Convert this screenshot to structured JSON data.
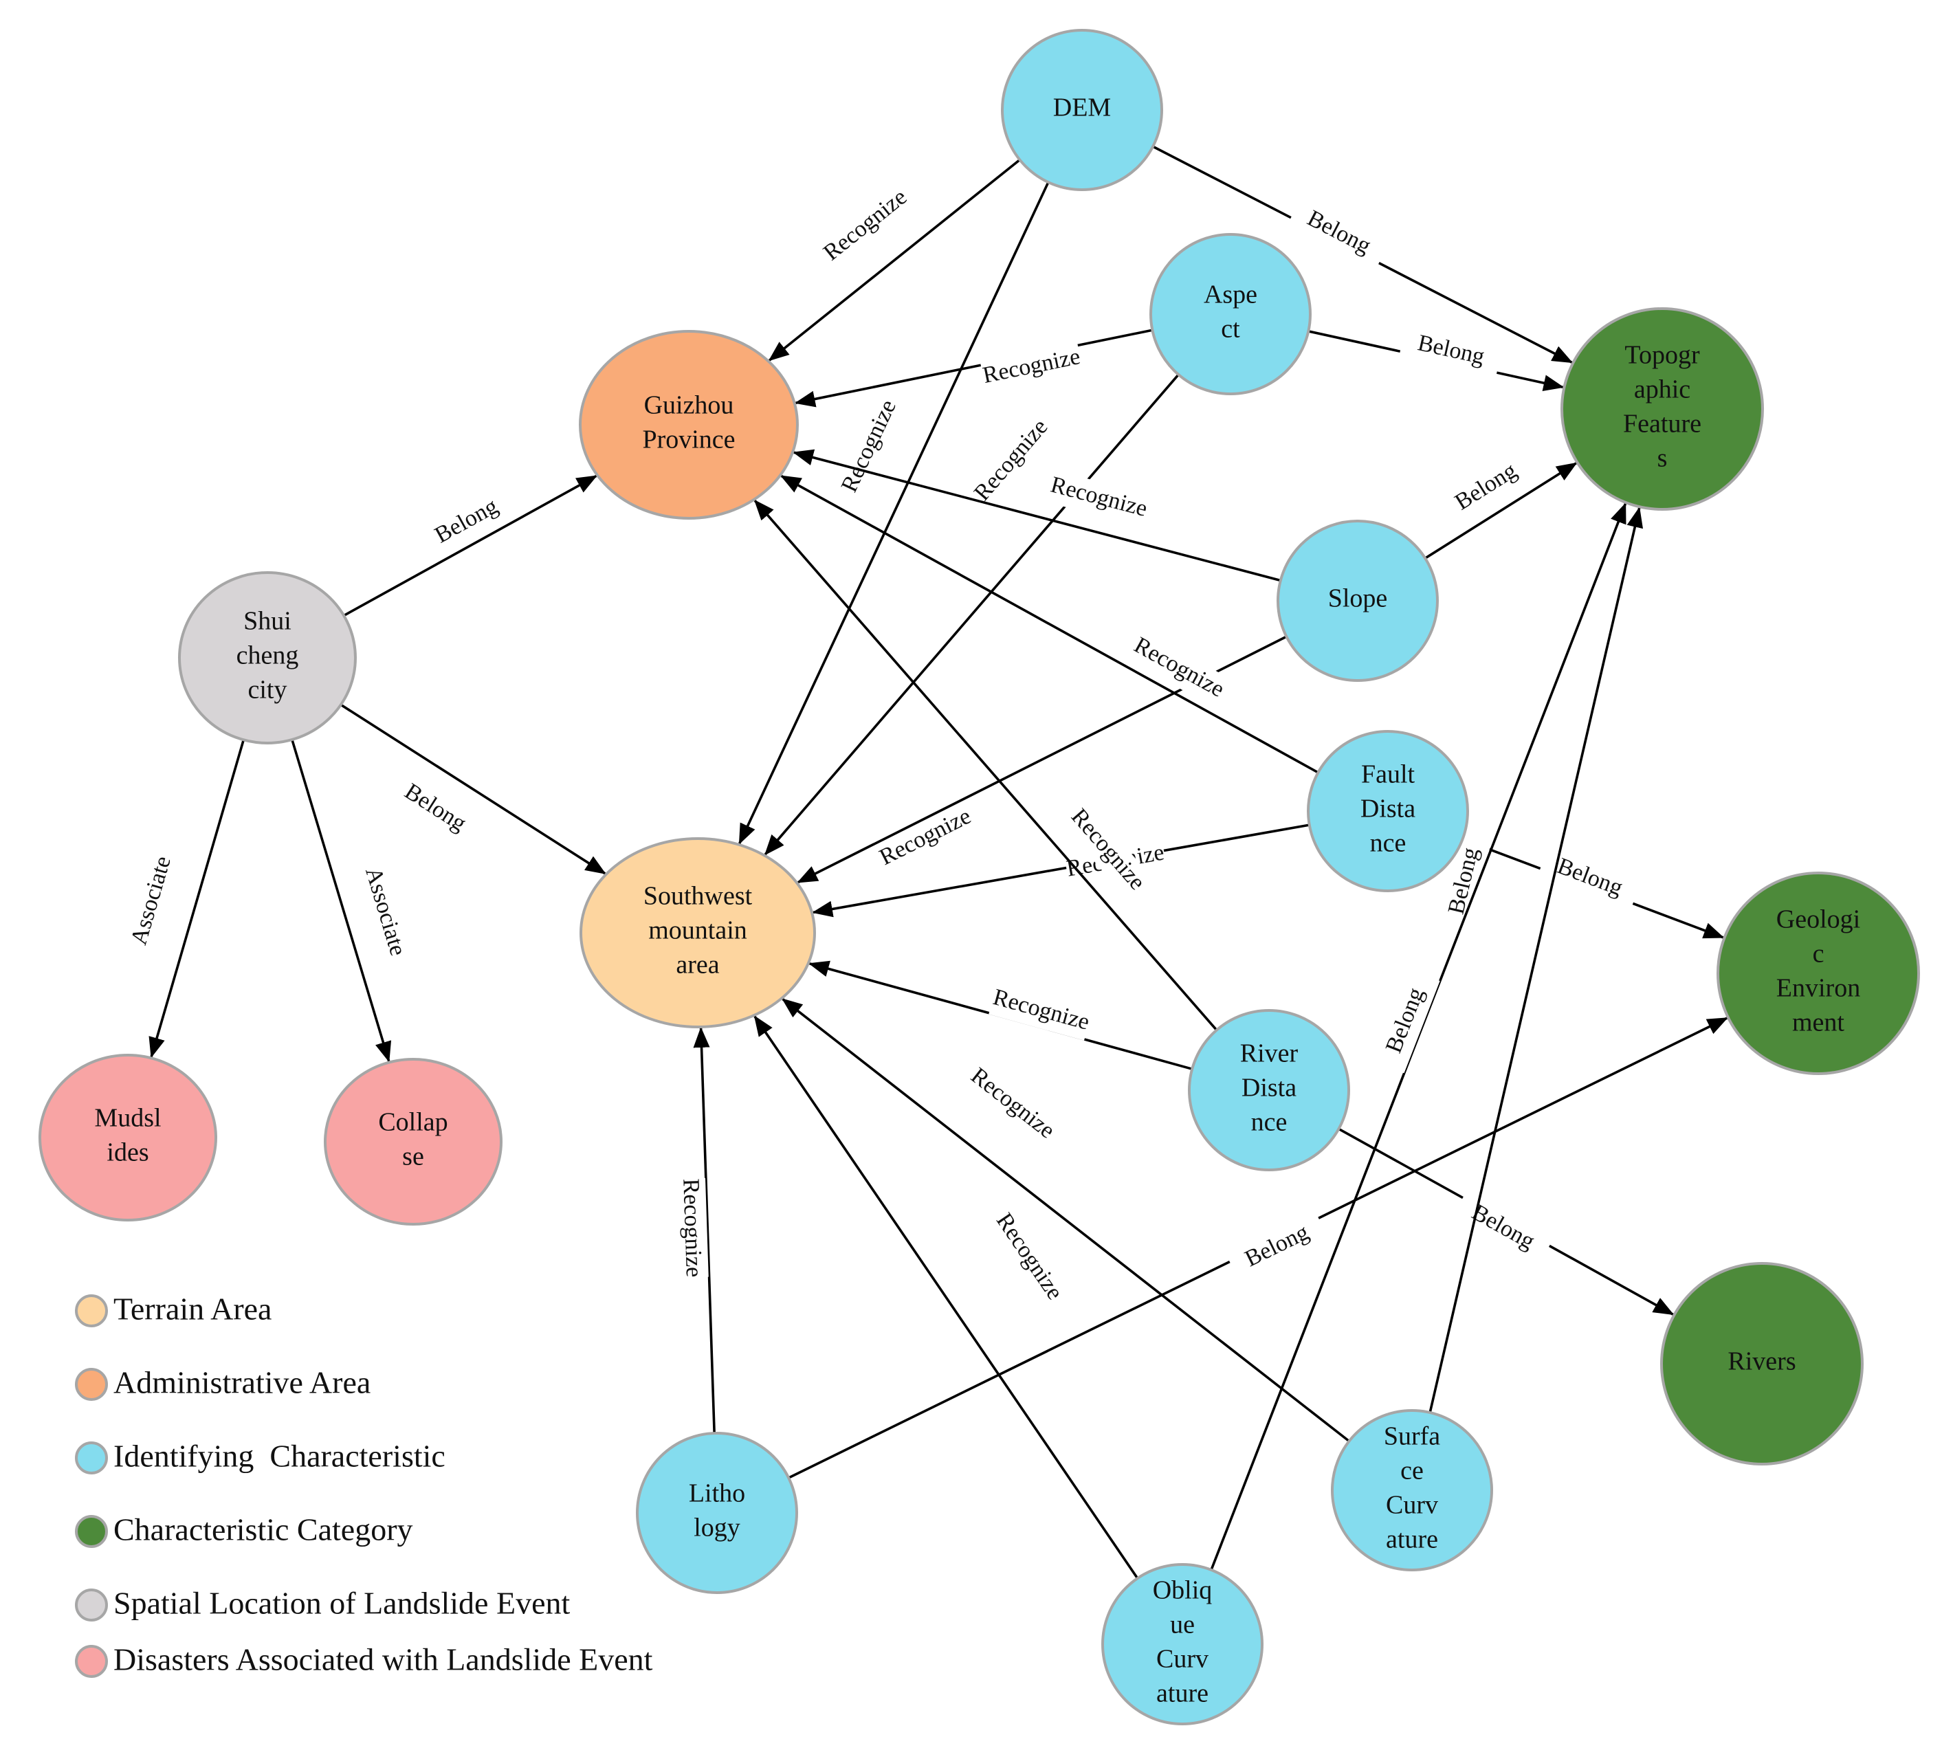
{
  "colors": {
    "terrain": "#fdd59f",
    "administrative": "#f9ab78",
    "identifying": "#84dcee",
    "category": "#4d8a3a",
    "spatial": "#d7d4d6",
    "disaster": "#f8a4a4",
    "edge": "#000000"
  },
  "nodes": [
    {
      "id": "dem",
      "lines": [
        "DEM"
      ],
      "category": "identifying"
    },
    {
      "id": "aspect",
      "lines": [
        "Aspe",
        "ct"
      ],
      "category": "identifying"
    },
    {
      "id": "slope",
      "lines": [
        "Slope"
      ],
      "category": "identifying"
    },
    {
      "id": "fault",
      "lines": [
        "Fault",
        "Dista",
        "nce"
      ],
      "category": "identifying"
    },
    {
      "id": "river",
      "lines": [
        "River",
        "Dista",
        "nce"
      ],
      "category": "identifying"
    },
    {
      "id": "lithology",
      "lines": [
        "Litho",
        "logy"
      ],
      "category": "identifying"
    },
    {
      "id": "surface",
      "lines": [
        "Surfa",
        "ce",
        "Curv",
        "ature"
      ],
      "category": "identifying"
    },
    {
      "id": "oblique",
      "lines": [
        "Obliq",
        "ue",
        "Curv",
        "ature"
      ],
      "category": "identifying"
    },
    {
      "id": "guizhou",
      "lines": [
        "Guizhou",
        "Province"
      ],
      "category": "administrative"
    },
    {
      "id": "southwest",
      "lines": [
        "Southwest",
        "mountain",
        "area"
      ],
      "category": "terrain"
    },
    {
      "id": "shuicheng",
      "lines": [
        "Shui",
        "cheng",
        "city"
      ],
      "category": "spatial"
    },
    {
      "id": "mudslides",
      "lines": [
        "Mudsl",
        "ides"
      ],
      "category": "disaster"
    },
    {
      "id": "collapse",
      "lines": [
        "Collap",
        "se"
      ],
      "category": "disaster"
    },
    {
      "id": "topo",
      "lines": [
        "Topogr",
        "aphic",
        "Feature",
        "s"
      ],
      "category": "category"
    },
    {
      "id": "geo",
      "lines": [
        "Geologi",
        "c",
        "Environ",
        "ment"
      ],
      "category": "category"
    },
    {
      "id": "rivers",
      "lines": [
        "Rivers"
      ],
      "category": "category"
    }
  ],
  "edges": [
    {
      "from": "shuicheng",
      "to": "guizhou",
      "label": "Belong"
    },
    {
      "from": "shuicheng",
      "to": "southwest",
      "label": "Belong"
    },
    {
      "from": "shuicheng",
      "to": "mudslides",
      "label": "Associate"
    },
    {
      "from": "shuicheng",
      "to": "collapse",
      "label": "Associate"
    },
    {
      "from": "dem",
      "to": "guizhou",
      "label": "Recognize"
    },
    {
      "from": "dem",
      "to": "southwest",
      "label": "Recognize"
    },
    {
      "from": "dem",
      "to": "topo",
      "label": "Belong"
    },
    {
      "from": "aspect",
      "to": "guizhou",
      "label": "Recognize"
    },
    {
      "from": "aspect",
      "to": "southwest",
      "label": "Recognize"
    },
    {
      "from": "aspect",
      "to": "topo",
      "label": "Belong"
    },
    {
      "from": "slope",
      "to": "guizhou",
      "label": "Recognize"
    },
    {
      "from": "slope",
      "to": "southwest",
      "label": "Recognize"
    },
    {
      "from": "slope",
      "to": "topo",
      "label": "Belong"
    },
    {
      "from": "fault",
      "to": "guizhou",
      "label": "Recognize"
    },
    {
      "from": "fault",
      "to": "southwest",
      "label": "Recognize"
    },
    {
      "from": "fault",
      "to": "geo",
      "label": "Belong"
    },
    {
      "from": "river",
      "to": "guizhou",
      "label": "Recognize"
    },
    {
      "from": "river",
      "to": "southwest",
      "label": "Recognize"
    },
    {
      "from": "river",
      "to": "rivers",
      "label": "Belong"
    },
    {
      "from": "lithology",
      "to": "southwest",
      "label": "Recognize"
    },
    {
      "from": "lithology",
      "to": "geo",
      "label": "Belong"
    },
    {
      "from": "surface",
      "to": "southwest",
      "label": "Recognize"
    },
    {
      "from": "surface",
      "to": "topo",
      "label": "Belong"
    },
    {
      "from": "oblique",
      "to": "southwest",
      "label": "Recognize"
    },
    {
      "from": "oblique",
      "to": "topo",
      "label": "Belong"
    }
  ],
  "legend": [
    {
      "label": "Terrain Area",
      "category": "terrain"
    },
    {
      "label": "Administrative Area",
      "category": "administrative"
    },
    {
      "label": "Identifying  Characteristic",
      "category": "identifying"
    },
    {
      "label": "Characteristic Category",
      "category": "category"
    },
    {
      "label": "Spatial Location of Landslide Event",
      "category": "spatial"
    },
    {
      "label": "Disasters Associated with Landslide Event",
      "category": "disaster"
    }
  ]
}
